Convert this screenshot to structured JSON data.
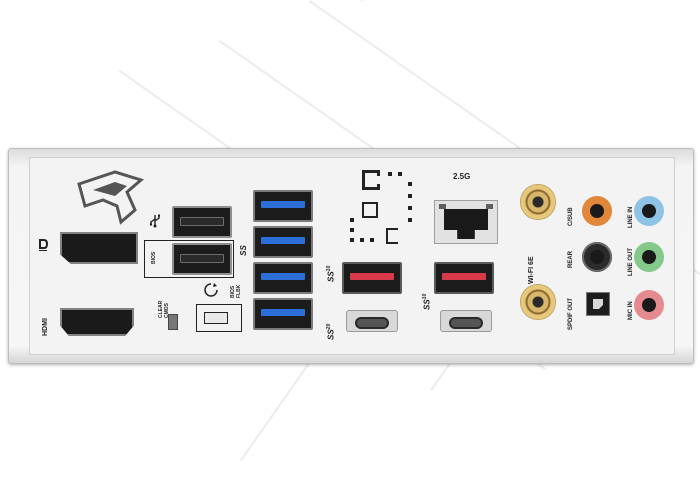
{
  "labels": {
    "hdmi": "HDMI",
    "bios": "BIOS",
    "clear_cmos": "CLEAR\nCMOS",
    "bios_flbk": "BIOS\nFLBK",
    "ss_speed_10a": "10",
    "ss_speed_20": "20",
    "ss_speed_10b": "10",
    "lan_speed": "2.5G",
    "wifi": "WI-FI 6E",
    "c_sub": "C/SUB",
    "rear": "REAR",
    "spdif_out": "SPDIF OUT",
    "line_in": "LINE IN",
    "line_out": "LINE OUT",
    "mic_in": "MIC IN",
    "ss_logo": "SS"
  },
  "icons": [
    "rog-logo-icon",
    "displayport-icon",
    "usb-icon",
    "superspeed-icon",
    "flashback-button-icon",
    "clear-cmos-button-icon"
  ],
  "colors": {
    "usb3_blue": "#2c6fd8",
    "usb_red": "#d83a4a",
    "jack_orange": "#e0873a",
    "jack_black": "#2b2b2b",
    "jack_blue": "#8fc3e6",
    "jack_green": "#84c98a",
    "jack_pink": "#e58b8f",
    "antenna_gold": "#d8b66a"
  }
}
